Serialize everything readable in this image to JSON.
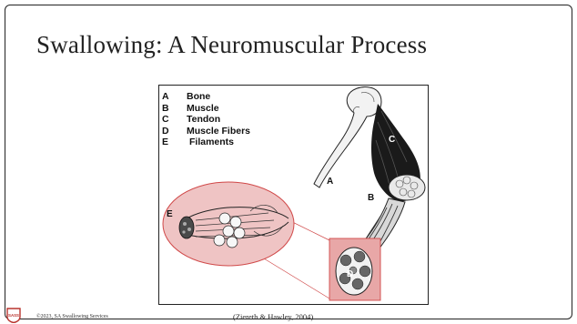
{
  "slide": {
    "title": "Swallowing: A Neuromuscular Process",
    "legend": [
      {
        "letter": "A",
        "label": "Bone"
      },
      {
        "letter": "B",
        "label": "Muscle"
      },
      {
        "letter": "C",
        "label": "Tendon"
      },
      {
        "letter": "D",
        "label": "Muscle Fibers"
      },
      {
        "letter": "E",
        "label": "Filaments"
      }
    ],
    "figure_labels": {
      "a": "A",
      "b": "B",
      "c": "C",
      "d": "D",
      "e": "E"
    },
    "logo_text": "SASS",
    "copyright": "©2023, SA Swallowing Services",
    "caption": "(Ziereth & Hawley, 2004)"
  },
  "colors": {
    "accent": "#e8a7a7",
    "accent_border": "#d04848",
    "logo": "#b8332e"
  }
}
